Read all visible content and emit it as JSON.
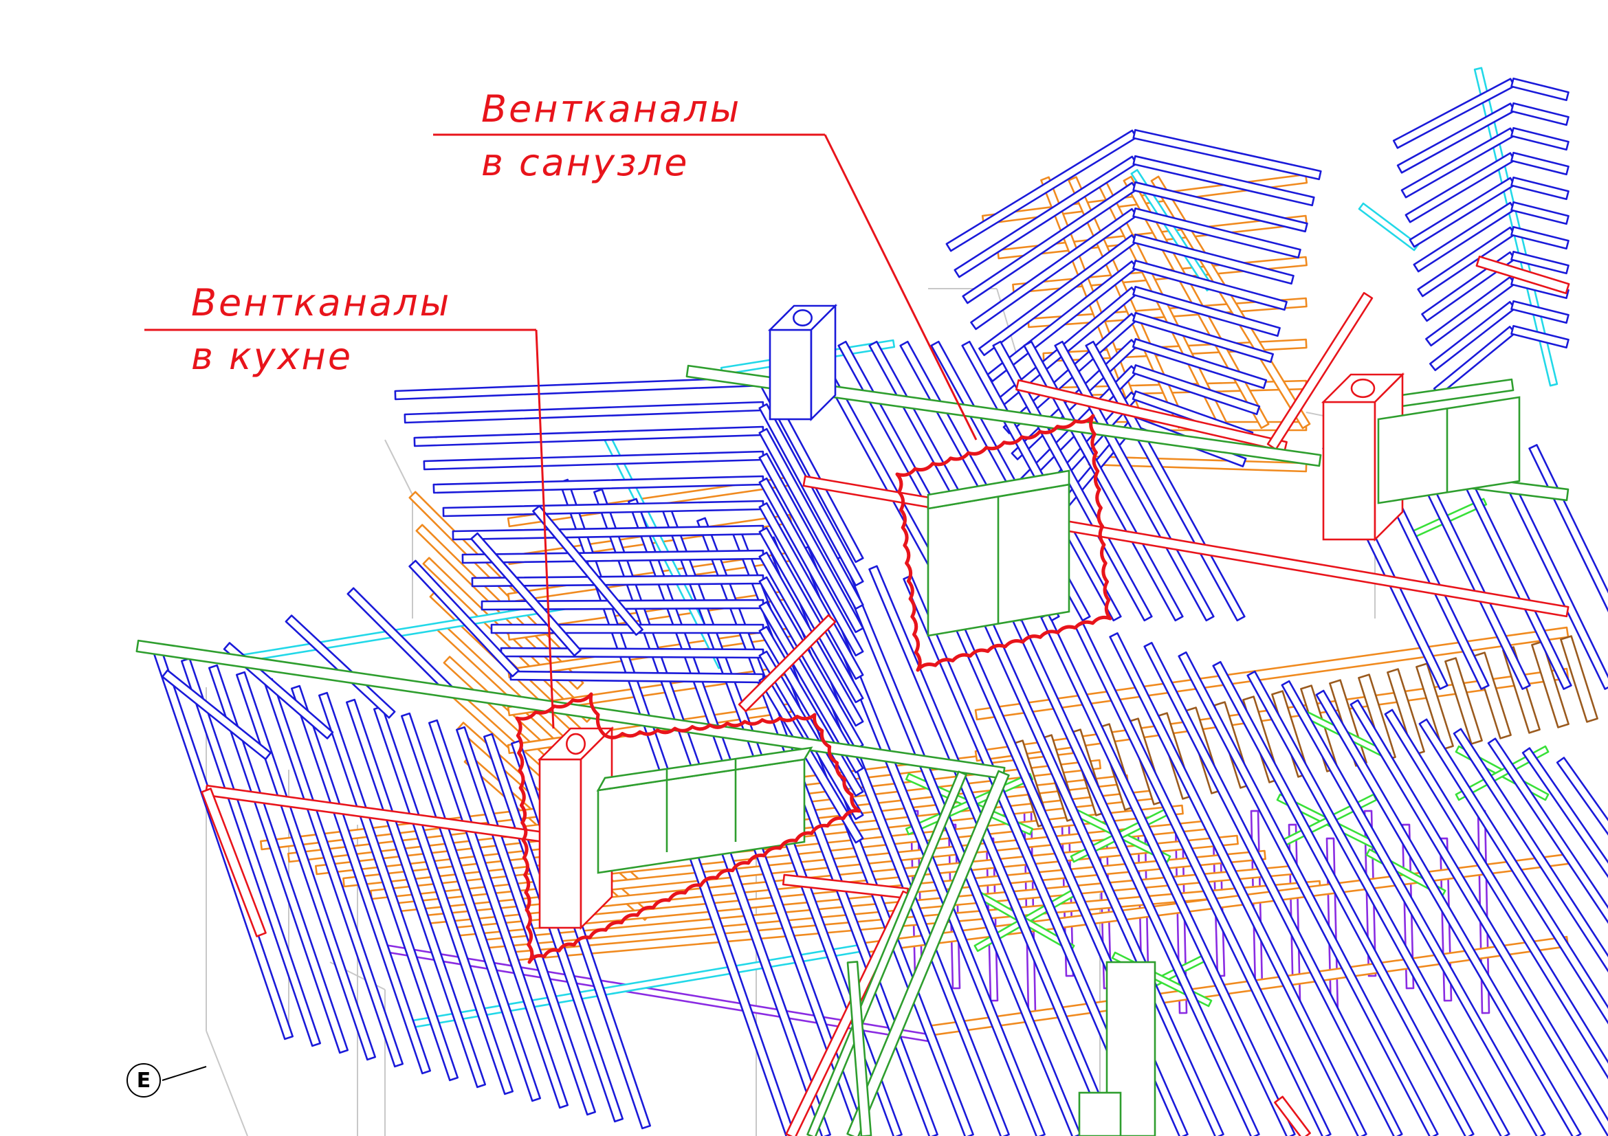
{
  "callouts": [
    {
      "line1": "Вентканалы",
      "line2": "в санузле"
    },
    {
      "line1": "Вентканалы",
      "line2": "в кухне"
    }
  ],
  "axis_marker": {
    "label": "Е"
  },
  "colors": {
    "rafters": "#1a1ad9",
    "battens": "#f08a1f",
    "ridge": "#2e9e2e",
    "hip_beams": "#e8141b",
    "wall_plates": "#22d8e8",
    "bracing": "#39e039",
    "studs": "#8a2be2",
    "brown_members": "#9a5a1e",
    "outline": "#c8c8c8",
    "callout": "#e8141b"
  }
}
